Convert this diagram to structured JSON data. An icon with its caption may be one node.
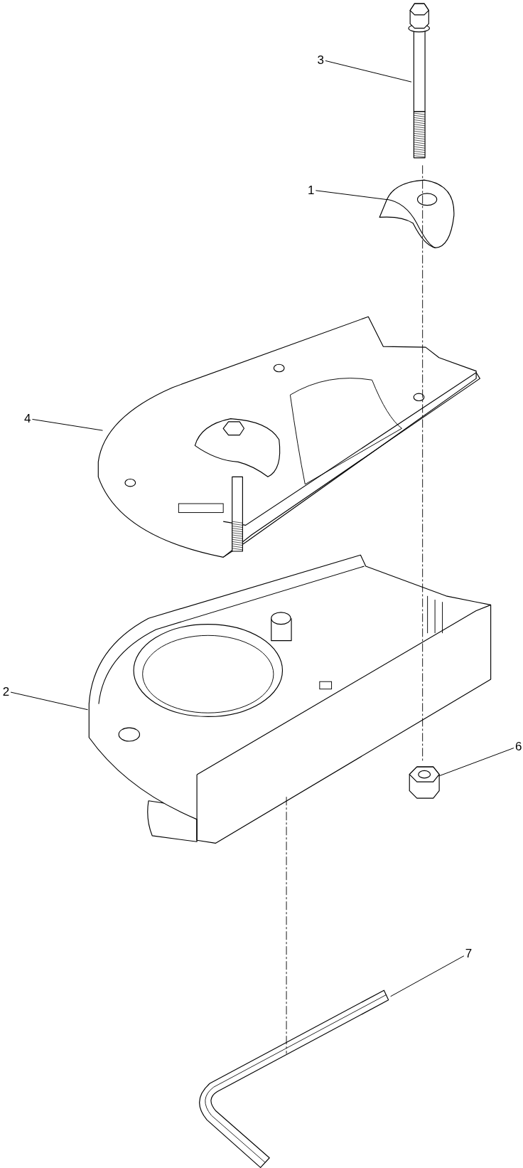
{
  "diagram": {
    "nodes": [
      {
        "text": [
          "3"
        ]
      },
      {
        "text": [],
        "shape": "picture"
      },
      {
        "text": [
          "1"
        ]
      },
      {
        "text": [],
        "shape": "picture"
      },
      {
        "text": [
          "4"
        ]
      },
      {
        "text": [],
        "shape": "picture"
      },
      {
        "text": [
          "2"
        ]
      },
      {
        "text": [],
        "shape": "picture"
      },
      {
        "text": [
          "6"
        ]
      },
      {
        "text": [],
        "shape": "picture"
      },
      {
        "text": [
          "7"
        ]
      },
      {
        "text": [],
        "shape": "picture"
      }
    ],
    "edges": [
      {
        "from": 0,
        "to": 1,
        "arrow": "none"
      },
      {
        "from": 2,
        "to": 3,
        "arrow": "none"
      },
      {
        "from": 4,
        "to": 5,
        "arrow": "none"
      },
      {
        "from": 6,
        "to": 7,
        "arrow": "none"
      },
      {
        "from": 8,
        "to": 9,
        "arrow": "none"
      },
      {
        "from": 10,
        "to": 11,
        "arrow": "none"
      }
    ]
  }
}
